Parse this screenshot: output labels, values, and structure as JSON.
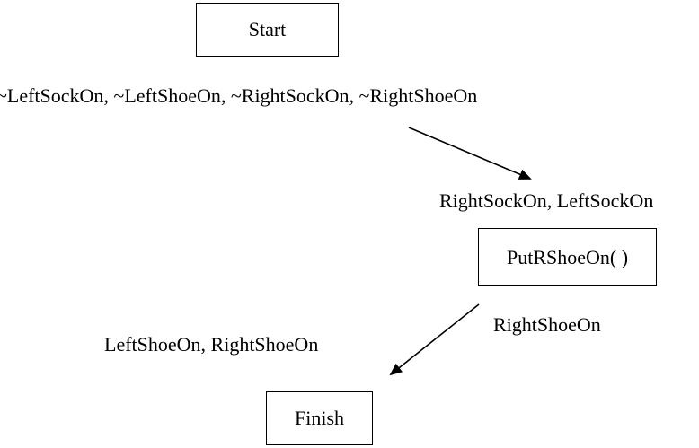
{
  "nodes": {
    "start": "Start",
    "put_right_shoe": "PutRShoeOn( )",
    "finish": "Finish"
  },
  "conditions": {
    "start_effects": "~LeftSockOn, ~LeftShoeOn, ~RightSockOn, ~RightShoeOn",
    "put_right_shoe_preconditions": "RightSockOn, LeftSockOn",
    "put_right_shoe_effects": "RightShoeOn",
    "finish_preconditions": "LeftShoeOn, RightShoeOn"
  }
}
